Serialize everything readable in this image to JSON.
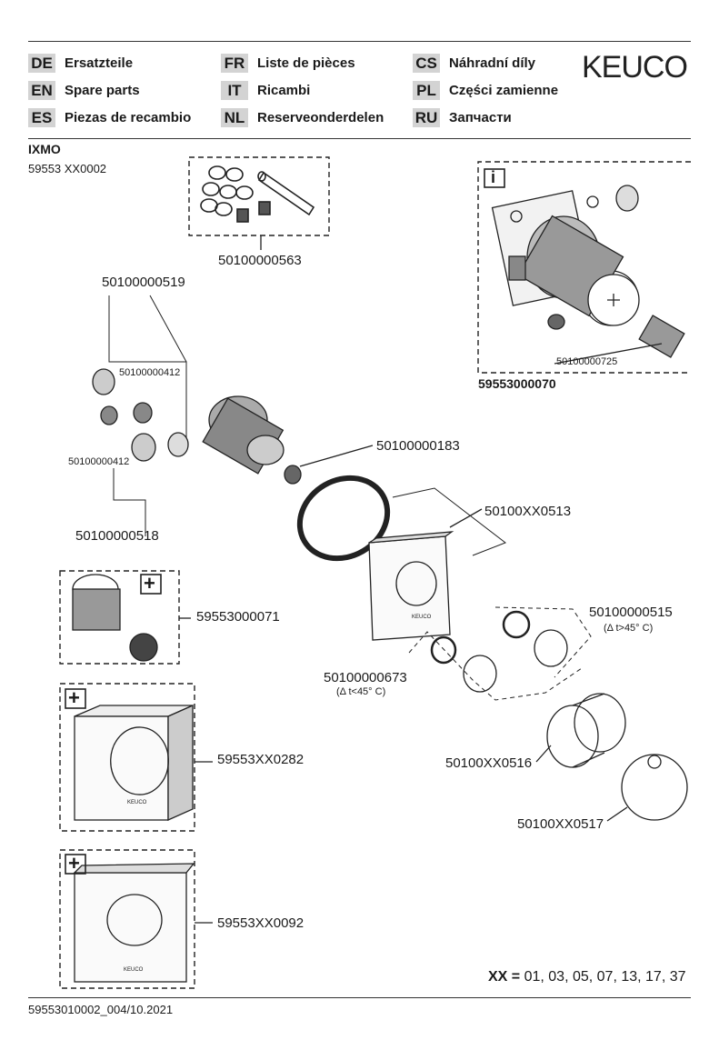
{
  "languages": [
    {
      "code": "DE",
      "label": "Ersatzteile"
    },
    {
      "code": "EN",
      "label": "Spare parts"
    },
    {
      "code": "ES",
      "label": "Piezas de recambio"
    },
    {
      "code": "FR",
      "label": "Liste de pièces"
    },
    {
      "code": "IT",
      "label": "Ricambi"
    },
    {
      "code": "NL",
      "label": "Reserveonderdelen"
    },
    {
      "code": "CS",
      "label": "Náhradní díly"
    },
    {
      "code": "PL",
      "label": "Części zamienne"
    },
    {
      "code": "RU",
      "label": "Запчасти"
    }
  ],
  "brand": "KEUCO",
  "product": {
    "name": "IXMO",
    "number": "59553 XX0002"
  },
  "parts": {
    "p563": "50100000563",
    "p519": "50100000519",
    "p412a": "50100000412",
    "p412b": "50100000412",
    "p518": "50100000518",
    "p183": "50100000183",
    "p725": "50100000725",
    "p070": "59553000070",
    "p513": "50100XX0513",
    "p071": "59553000071",
    "p515": "50100000515",
    "p515_note": "(Δ t>45° C)",
    "p673": "50100000673",
    "p673_note": "(Δ t<45° C)",
    "p282": "59553XX0282",
    "p516": "50100XX0516",
    "p517": "50100XX0517",
    "p092": "59553XX0092"
  },
  "icons": {
    "info": "i",
    "plus": "+"
  },
  "plate_mark": "KEUCO",
  "xx": {
    "label": "XX =",
    "values": "01, 03, 05, 07, 13, 17, 37"
  },
  "footer": "59553010002_004/10.2021"
}
